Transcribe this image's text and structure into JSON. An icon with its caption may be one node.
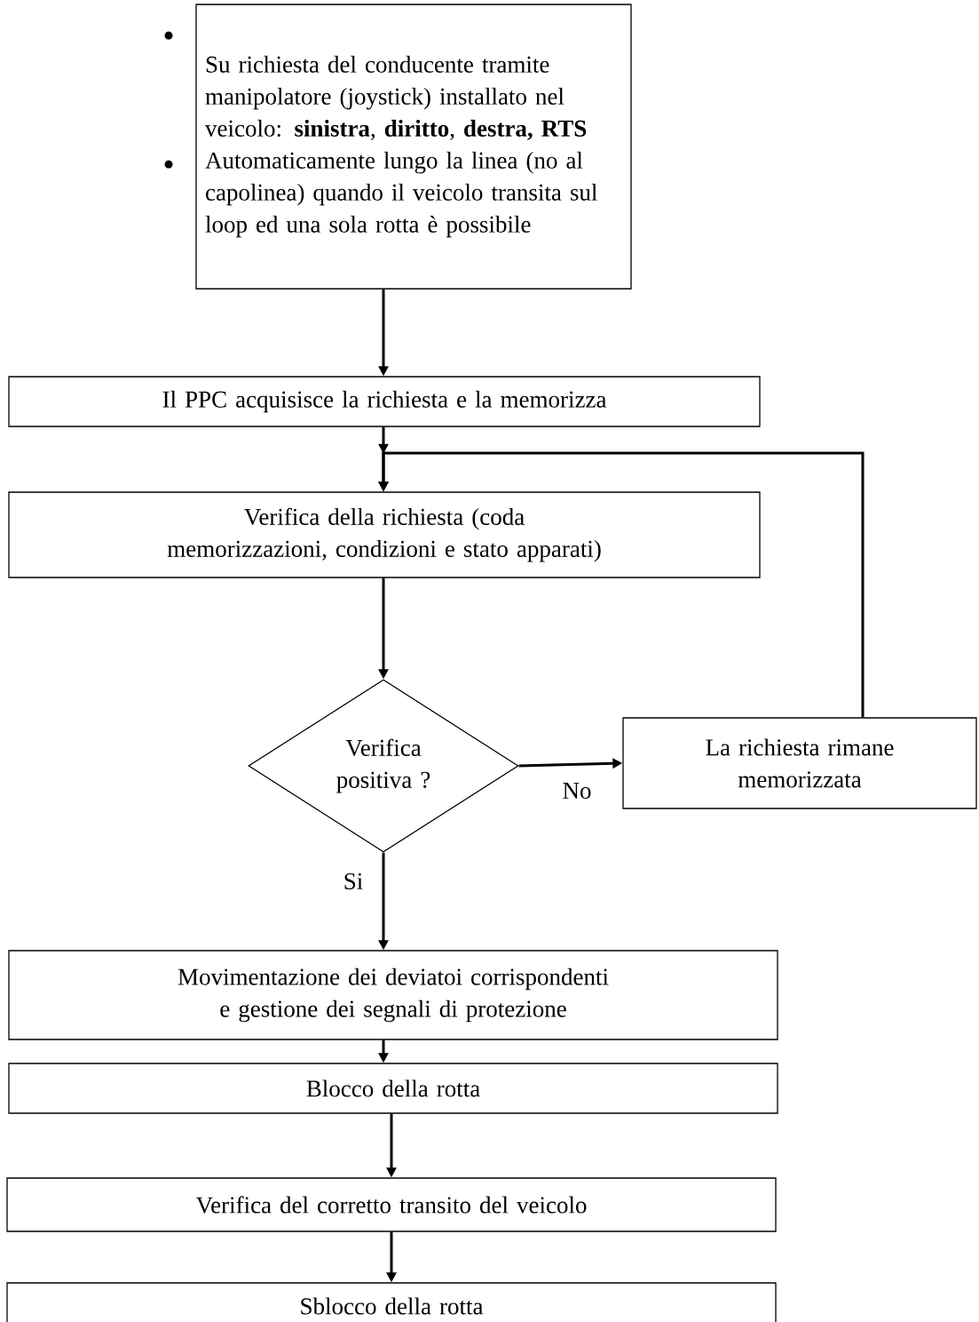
{
  "diagram": {
    "nodes": [
      {
        "text": [
          "Su richiesta del conducente tramite manipolatore (joystick) installato nel veicolo: **sinistra**, **diritto**, **destra, RTS**",
          "Automaticamente lungo la linea (no al capolinea) quando il veicolo transita sul loop ed una sola rotta è possibile"
        ]
      },
      {
        "text": [
          "Il PPC acquisisce la richiesta e la memorizza"
        ]
      },
      {
        "text": [
          "Verifica della richiesta (coda memorizzazioni, condizioni e stato apparati)"
        ]
      },
      {
        "text": [
          "Verifica positiva ?"
        ]
      },
      {
        "text": [
          "La richiesta rimane memorizzata"
        ]
      },
      {
        "text": [
          "Movimentazione dei deviatoi corrispondenti e gestione dei segnali di protezione"
        ]
      },
      {
        "text": [
          "Blocco della rotta"
        ]
      },
      {
        "text": [
          "Verifica del corretto transito del veicolo"
        ]
      },
      {
        "text": [
          "Sblocco della rotta"
        ]
      }
    ],
    "edges": [
      {
        "from": 0,
        "to": 1,
        "arrow": "to"
      },
      {
        "from": 1,
        "to": 2,
        "arrow": "to"
      },
      {
        "from": 4,
        "to": 2,
        "arrow": "to"
      },
      {
        "from": 2,
        "to": 3,
        "arrow": "to"
      },
      {
        "from": 3,
        "to": 4,
        "arrow": "to",
        "label": "No"
      },
      {
        "from": 3,
        "to": 5,
        "arrow": "to",
        "label": "Si"
      },
      {
        "from": 5,
        "to": 6,
        "arrow": "to"
      },
      {
        "from": 6,
        "to": 7,
        "arrow": "to"
      },
      {
        "from": 7,
        "to": 8,
        "arrow": "to"
      }
    ]
  }
}
